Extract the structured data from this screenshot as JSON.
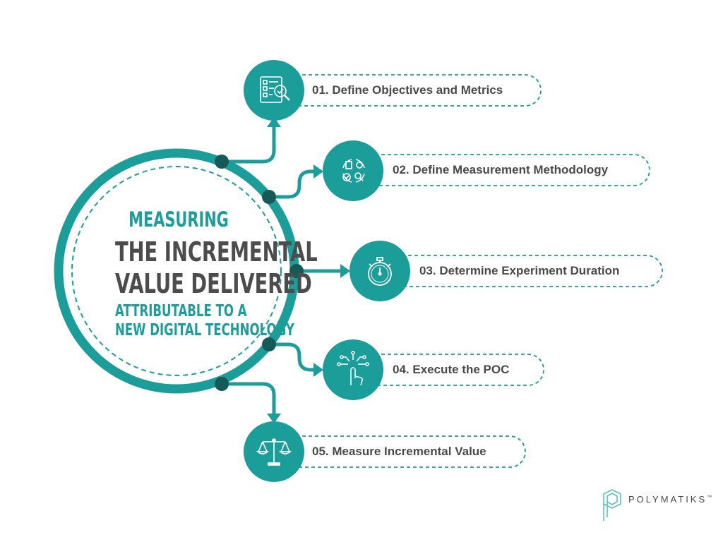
{
  "hub": {
    "line1": "MEASURING",
    "line2": "THE INCREMENTAL",
    "line3": "VALUE DELIVERED",
    "line4": "ATTRIBUTABLE TO A",
    "line5": "NEW DIGITAL TECHNOLOGY"
  },
  "steps": [
    {
      "label": "01. Define Objectives and Metrics",
      "icon": "checklist-magnifier-icon"
    },
    {
      "label": "02. Define Measurement Methodology",
      "icon": "process-cycle-icon"
    },
    {
      "label": "03. Determine Experiment Duration",
      "icon": "stopwatch-icon"
    },
    {
      "label": "04. Execute the POC",
      "icon": "touch-circuit-icon"
    },
    {
      "label": "05. Measure Incremental Value",
      "icon": "balance-scale-icon"
    }
  ],
  "brand": {
    "name": "POLYMATIKS",
    "trademark": "™",
    "teal": "#1b9e9a",
    "dark_teal": "#137f7c",
    "node": "#165a57",
    "text": "#4a4a4a"
  }
}
